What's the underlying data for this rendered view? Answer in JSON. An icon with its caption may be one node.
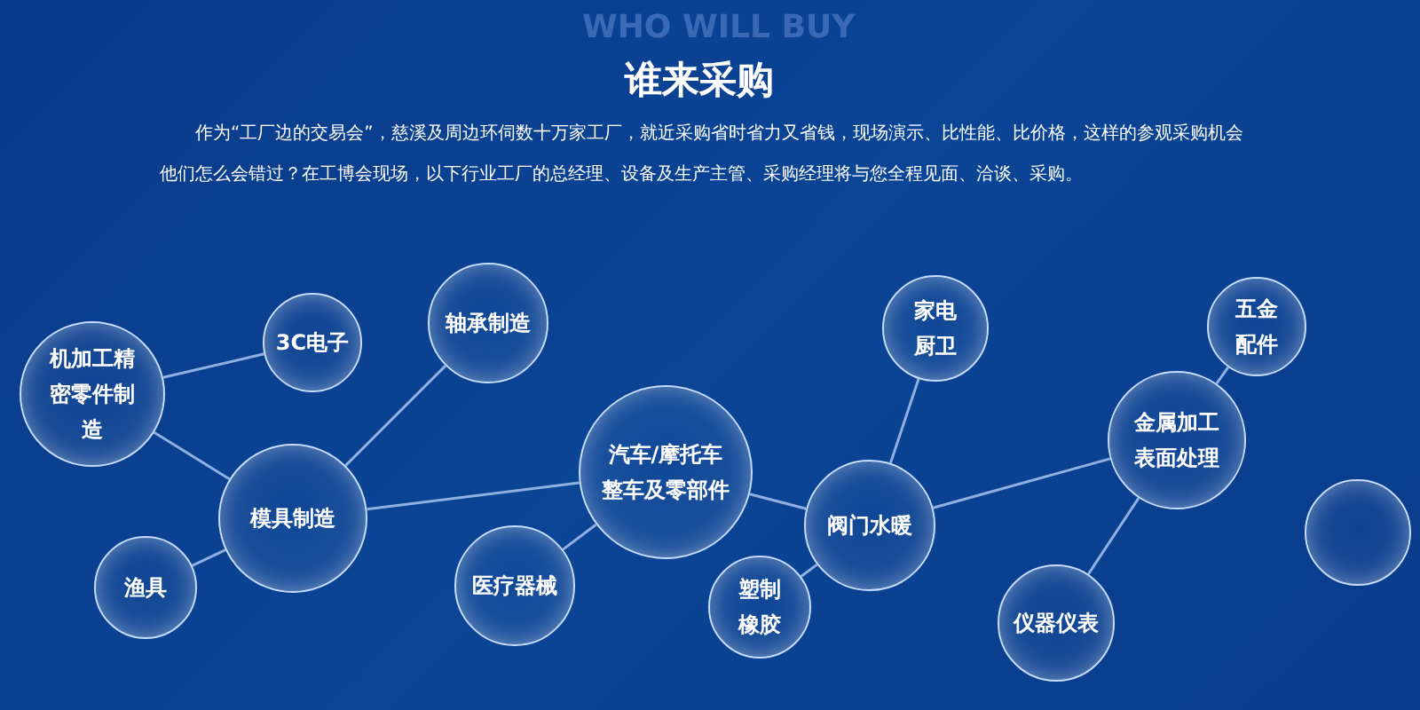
{
  "diagram": {
    "title": "谁来采购",
    "nodes": [
      {
        "text": [
          "机加工精密零件制造"
        ]
      },
      {
        "text": [
          "3C电子"
        ]
      },
      {
        "text": [
          "轴承制造"
        ]
      },
      {
        "text": [
          "模具制造"
        ]
      },
      {
        "text": [
          "渔具"
        ]
      },
      {
        "text": [
          "汽车/摩托车整车及零部件"
        ]
      },
      {
        "text": [
          "医疗器械"
        ]
      },
      {
        "text": [
          "家电厨卫"
        ]
      },
      {
        "text": [
          "阀门水暖"
        ]
      },
      {
        "text": [
          "塑制橡胶"
        ]
      },
      {
        "text": [
          "金属加工表面处理"
        ]
      },
      {
        "text": [
          "五金配件"
        ]
      },
      {
        "text": [],
        "shape": "circle"
      },
      {
        "text": [
          "仪器仪表"
        ]
      }
    ],
    "edges": [
      {
        "from": 0,
        "to": 1,
        "arrow": "none"
      },
      {
        "from": 0,
        "to": 3,
        "arrow": "none"
      },
      {
        "from": 3,
        "to": 4,
        "arrow": "none"
      },
      {
        "from": 3,
        "to": 2,
        "arrow": "none"
      },
      {
        "from": 3,
        "to": 5,
        "arrow": "none"
      },
      {
        "from": 5,
        "to": 6,
        "arrow": "none"
      },
      {
        "from": 5,
        "to": 8,
        "arrow": "none"
      },
      {
        "from": 8,
        "to": 7,
        "arrow": "none"
      },
      {
        "from": 8,
        "to": 9,
        "arrow": "none"
      },
      {
        "from": 8,
        "to": 10,
        "arrow": "none"
      },
      {
        "from": 10,
        "to": 11,
        "arrow": "none"
      },
      {
        "from": 10,
        "to": 13,
        "arrow": "none"
      }
    ],
    "labels": [
      "WHO WILL BUY",
      "作为“工厂边的交易会”，慈溪及周边环伺数十万家工厂，就近采购省时省力又省钱，现场演示、比性能、比价格，这样的参观采购机会他们怎么会错过？在工博会现场，以下行业工厂的总经理、设备及生产主管、采购经理将与您全程见面、洽谈、采购。"
    ]
  }
}
